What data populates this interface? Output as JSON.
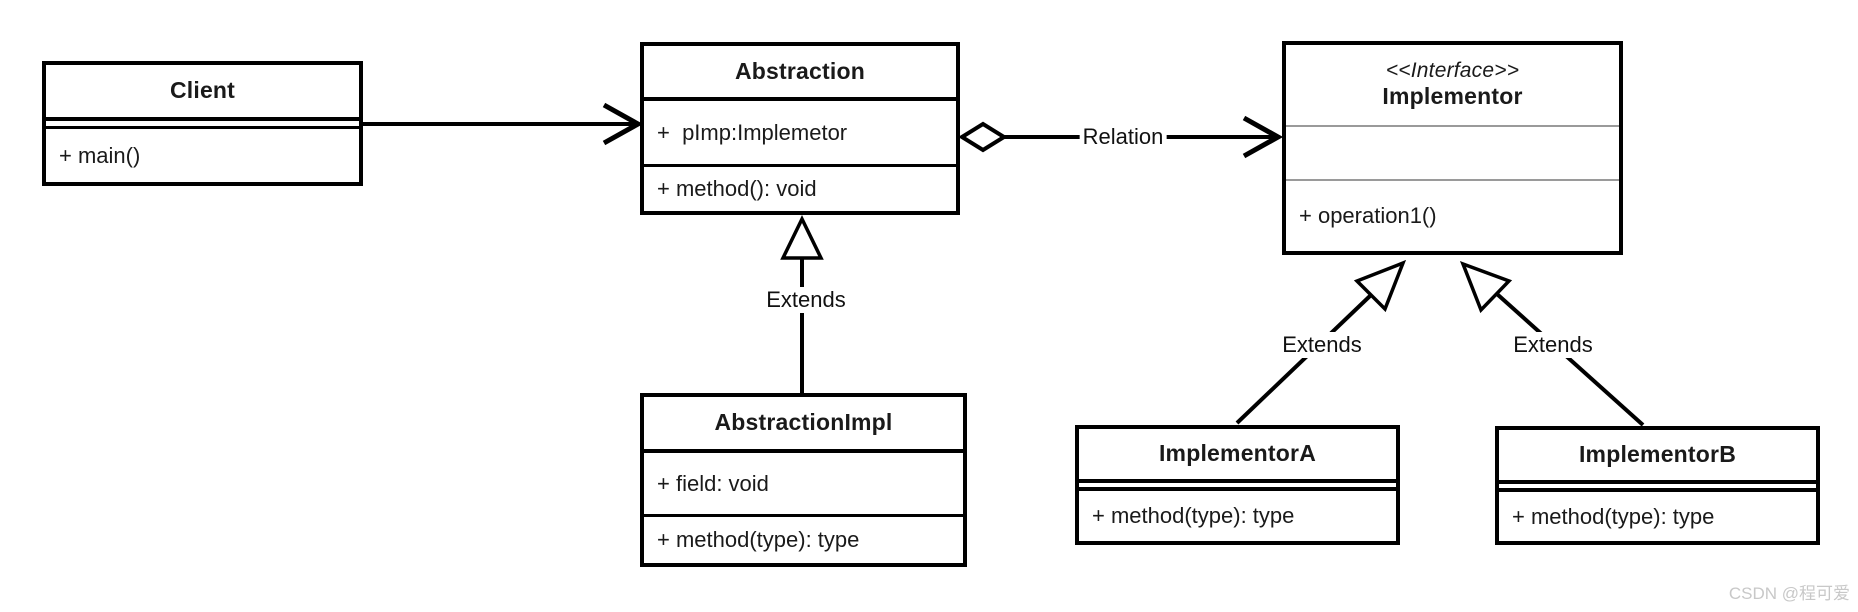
{
  "classes": {
    "client": {
      "name": "Client",
      "member1": "+ main()"
    },
    "abstraction": {
      "name": "Abstraction",
      "attribute1": "+  pImp:Implemetor",
      "method1": "+ method(): void"
    },
    "implementor": {
      "stereotype": "<<Interface>>",
      "name": "Implementor",
      "method1": "+ operation1()"
    },
    "abstraction_impl": {
      "name": "AbstractionImpl",
      "attribute1": "+ field: void",
      "method1": "+ method(type): type"
    },
    "implementor_a": {
      "name": "ImplementorA",
      "method1": "+ method(type): type"
    },
    "implementor_b": {
      "name": "ImplementorB",
      "method1": "+ method(type): type"
    }
  },
  "edges": {
    "client_to_abstraction": {
      "type": "association-arrow",
      "label": ""
    },
    "abstraction_to_implementor": {
      "type": "aggregation-arrow",
      "label": "Relation"
    },
    "abstractionimpl_to_abstraction": {
      "type": "generalization",
      "label": "Extends"
    },
    "implementora_to_implementor": {
      "type": "generalization",
      "label": "Extends"
    },
    "implementorb_to_implementor": {
      "type": "generalization",
      "label": "Extends"
    }
  },
  "watermark": "CSDN @程可爱",
  "colors": {
    "line": "#000000",
    "box_border": "#000000",
    "gray_separator": "#9a9a9a",
    "background": "#ffffff",
    "watermark_text": "#c8c8c8"
  }
}
